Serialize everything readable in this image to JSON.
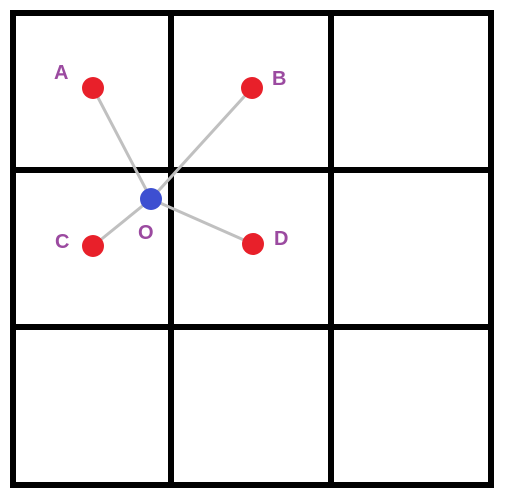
{
  "colors": {
    "grid": "#000000",
    "connector": "#c0c0c0",
    "outer_point": "#e8202a",
    "center_point": "#3d4fd1",
    "label": "#9b4aa0"
  },
  "grid": {
    "rows": 3,
    "cols": 3
  },
  "points": {
    "center": {
      "label": "O"
    },
    "outer": [
      {
        "label": "A"
      },
      {
        "label": "B"
      },
      {
        "label": "C"
      },
      {
        "label": "D"
      }
    ]
  }
}
